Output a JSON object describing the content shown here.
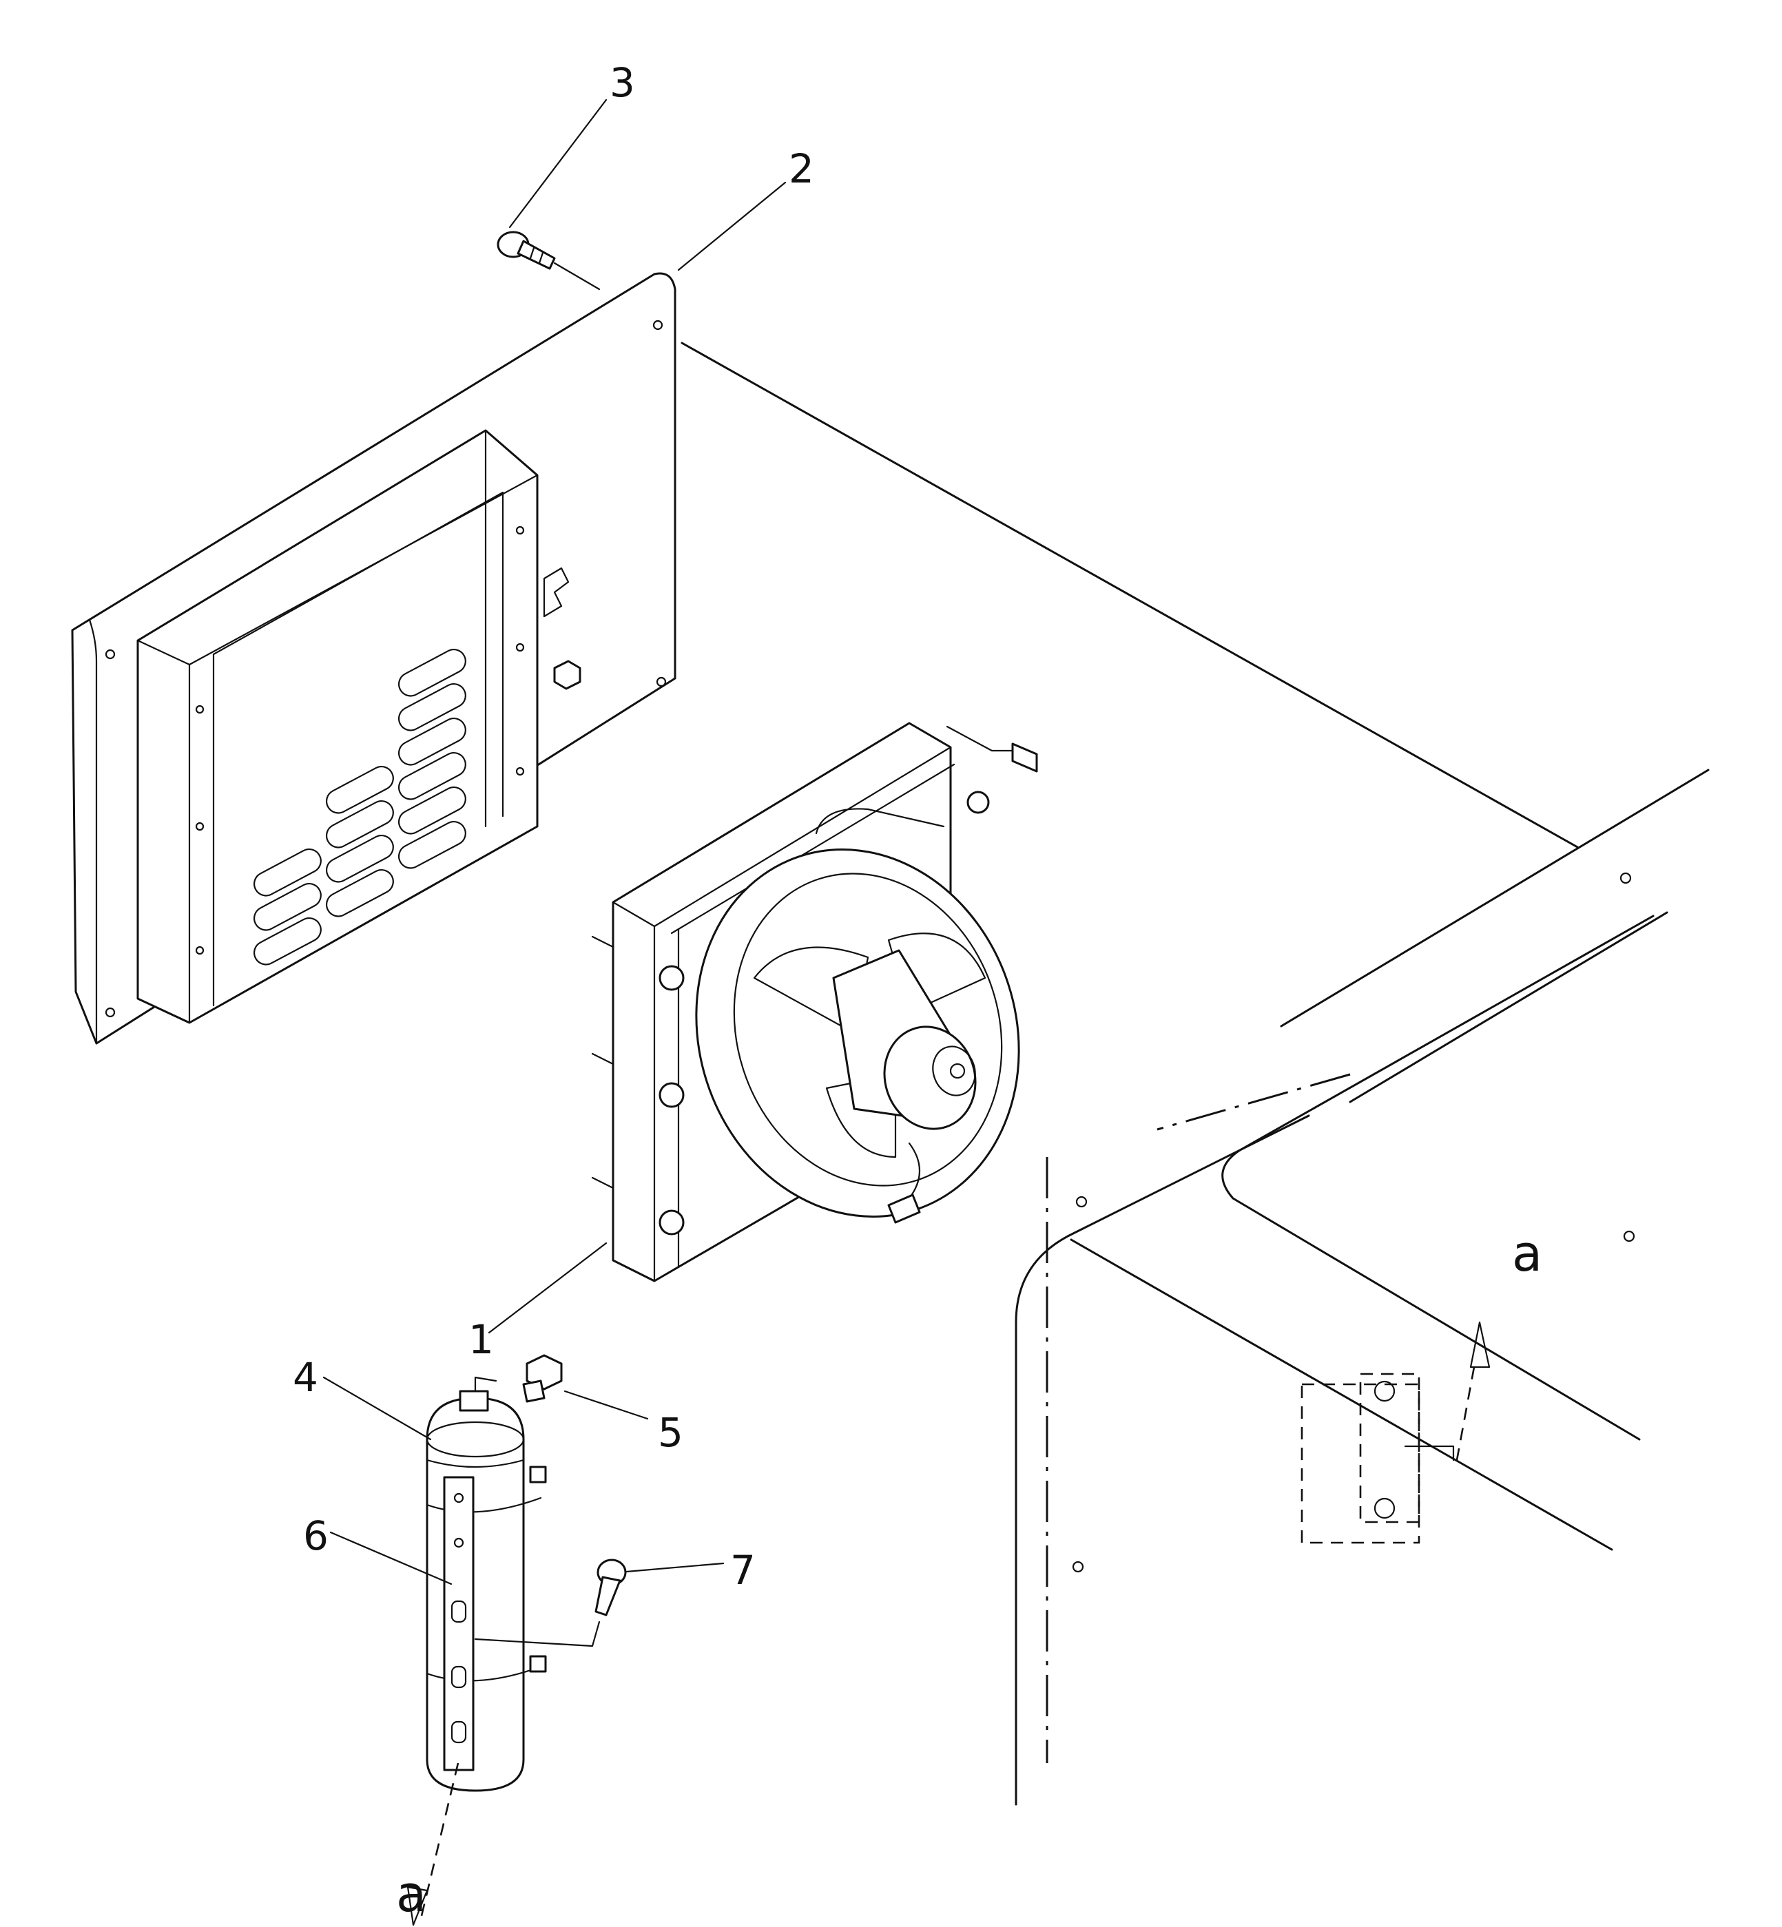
{
  "callouts": [
    {
      "id": "1",
      "text": "1"
    },
    {
      "id": "2",
      "text": "2"
    },
    {
      "id": "3",
      "text": "3"
    },
    {
      "id": "4",
      "text": "4"
    },
    {
      "id": "5",
      "text": "5"
    },
    {
      "id": "6",
      "text": "6"
    },
    {
      "id": "7",
      "text": "7"
    }
  ],
  "view_markers": [
    {
      "id": "a-upper",
      "text": "a"
    },
    {
      "id": "a-lower",
      "text": "a"
    }
  ],
  "colors": {
    "ink": "#111111",
    "paper": "#ffffff"
  }
}
